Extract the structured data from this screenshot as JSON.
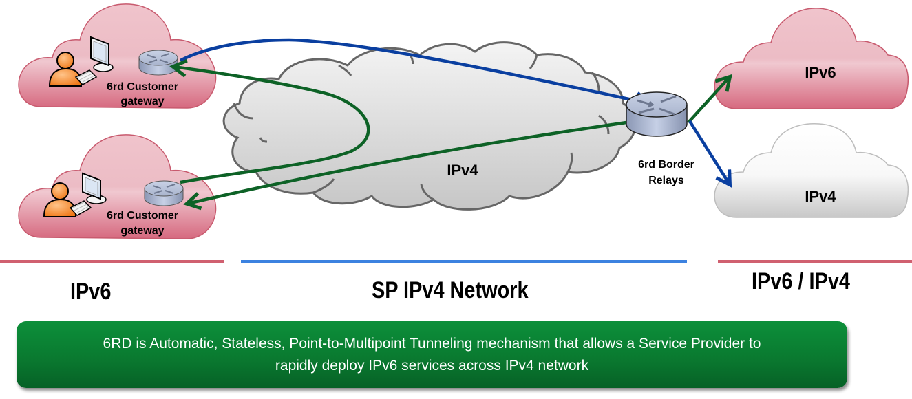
{
  "clouds": {
    "customer_top": {
      "label": "6rd Customer gateway",
      "label_lines": [
        "6rd Customer",
        "gateway"
      ]
    },
    "customer_bottom": {
      "label": "6rd Customer gateway",
      "label_lines": [
        "6rd Customer",
        "gateway"
      ]
    },
    "sp_core": {
      "label": "IPv4"
    },
    "dest_ipv6": {
      "label": "IPv6"
    },
    "dest_ipv4": {
      "label": "IPv4"
    }
  },
  "border_relay": {
    "label_lines": [
      "6rd Border",
      "Relays"
    ]
  },
  "sections": [
    {
      "title": "IPv6",
      "color": "#d06070"
    },
    {
      "title": "SP IPv4 Network",
      "color": "#3c82e0"
    },
    {
      "title": "IPv6 / IPv4",
      "color": "#d06070"
    }
  ],
  "summary": {
    "line1": "6RD is Automatic, Stateless, Point-to-Multipoint Tunneling mechanism that allows a Service Provider to",
    "line2": "rapidly deploy IPv6 services across IPv4 network",
    "color": "#0a7a30"
  },
  "colors": {
    "ipv6_cloud": "#e9aab6",
    "ipv4_cloud": "#e6e6e6",
    "tunnel_blue": "#0a3fa0",
    "tunnel_green": "#0d6226"
  },
  "icons": {
    "person": "person-icon",
    "computer": "computer-icon",
    "router": "router-icon"
  }
}
